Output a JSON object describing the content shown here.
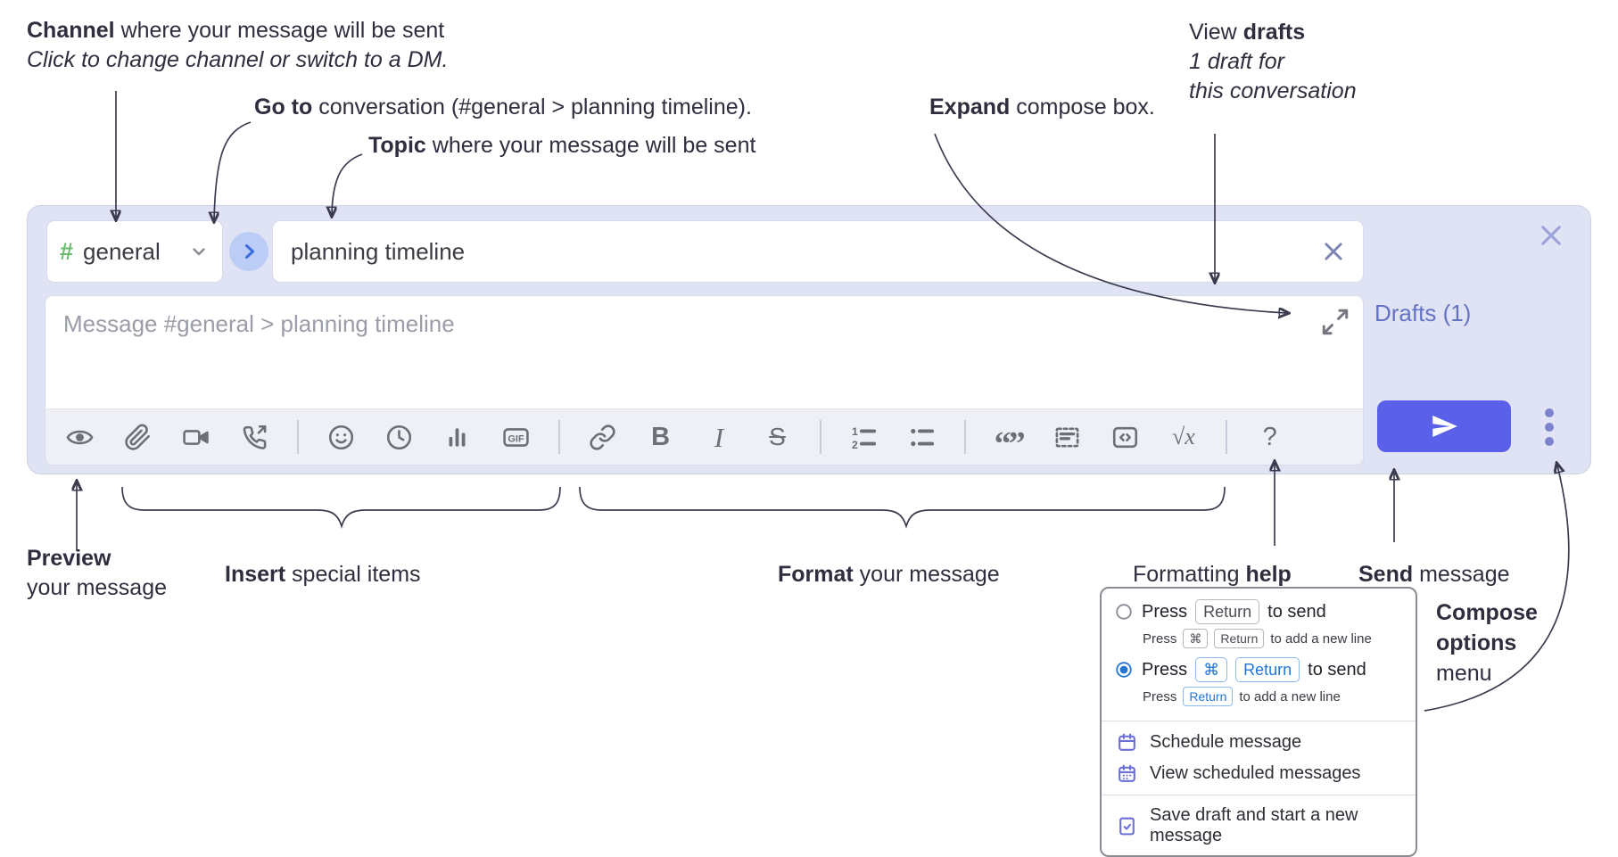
{
  "annotations": {
    "channel": {
      "bold": "Channel",
      "rest": " where your message will be sent",
      "sub": "Click to change channel or switch to a DM."
    },
    "go_to": {
      "bold": "Go to",
      "rest": " conversation (#general > planning timeline)."
    },
    "topic": {
      "bold": "Topic",
      "rest": " where your message will be sent"
    },
    "expand": {
      "bold": "Expand",
      "rest": " compose box."
    },
    "view_drafts": {
      "pre": "View ",
      "bold": "drafts",
      "sub1": "1 draft for",
      "sub2": "this conversation"
    },
    "preview": {
      "bold": "Preview",
      "sub": "your message"
    },
    "insert": {
      "bold": "Insert",
      "rest": " special items"
    },
    "format": {
      "bold": "Format",
      "rest": " your message"
    },
    "formatting_help": {
      "pre": "Formatting ",
      "bold": "help"
    },
    "send": {
      "bold": "Send",
      "rest": " message"
    },
    "compose_options": {
      "line1": "Compose",
      "line2": "options",
      "line3": "menu"
    }
  },
  "compose": {
    "hash": "#",
    "channel_name": "general",
    "topic_value": "planning timeline",
    "message_placeholder": "Message #general > planning timeline",
    "drafts_link": "Drafts (1)",
    "toolbar": {
      "gif": "GIF",
      "bold": "B",
      "italic": "I",
      "strike": "S",
      "quote": "“”",
      "math": "√x",
      "help": "?"
    }
  },
  "popup": {
    "option_return": {
      "press": "Press",
      "key_return": "Return",
      "suffix": "to send",
      "sub_press": "Press",
      "sub_key_cmd": "⌘",
      "sub_key_return": "Return",
      "sub_suffix": "to add a new line"
    },
    "option_cmd_return": {
      "press": "Press",
      "key_cmd": "⌘",
      "key_return": "Return",
      "suffix": "to send",
      "sub_press": "Press",
      "sub_key_return": "Return",
      "sub_suffix": "to add a new line"
    },
    "schedule": "Schedule message",
    "view_scheduled": "View scheduled messages",
    "save_draft": "Save draft and start a new message"
  },
  "colors": {
    "send_button": "#5a60e8",
    "drafts_link": "#6672c4",
    "hash_green": "#69bd6d",
    "kbd_blue": "#2476d2",
    "compose_bg": "#dfe3f3"
  }
}
